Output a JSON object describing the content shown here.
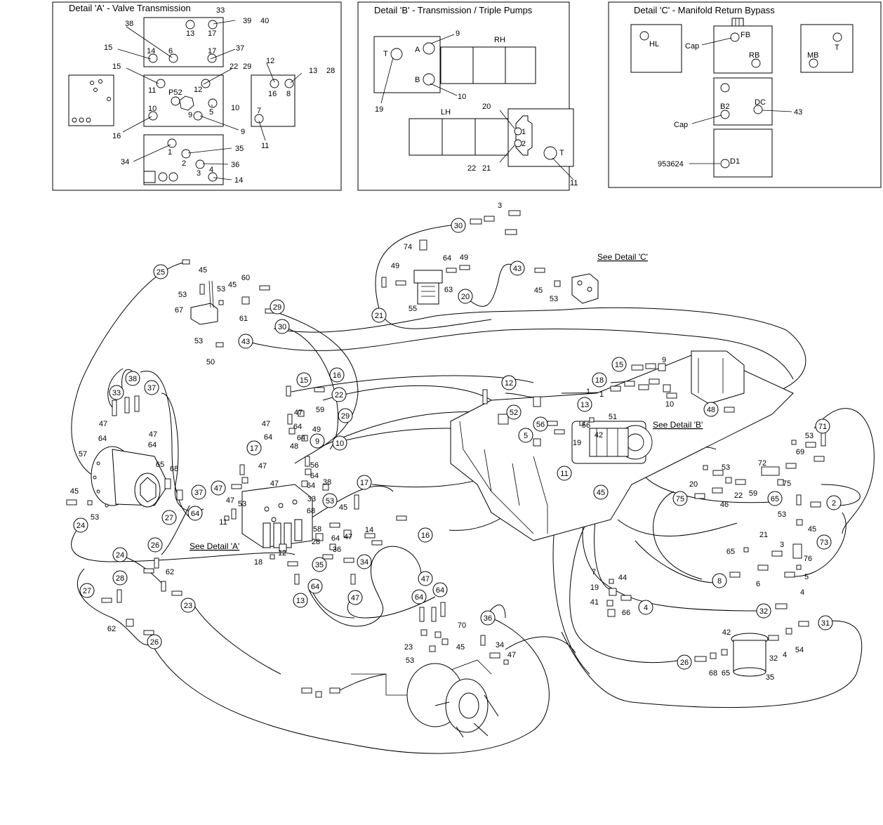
{
  "details": {
    "a": {
      "title": "Detail 'A' - Valve Transmission",
      "labels": [
        "33",
        "39",
        "40",
        "38",
        "13",
        "17",
        "37",
        "15",
        "14",
        "6",
        "17",
        "15",
        "11",
        "22",
        "29",
        "12",
        "12",
        "13",
        "28",
        "P52",
        "16",
        "8",
        "10",
        "5",
        "10",
        "16",
        "9",
        "9",
        "7",
        "11",
        "34",
        "1",
        "35",
        "2",
        "36",
        "3",
        "4",
        "14"
      ]
    },
    "b": {
      "title": "Detail 'B' - Transmission / Triple Pumps",
      "labels": [
        "9",
        "RH",
        "T",
        "A",
        "B",
        "10",
        "19",
        "LH",
        "20",
        "1",
        "2",
        "T",
        "22",
        "21",
        "11"
      ]
    },
    "c": {
      "title": "Detail 'C' - Manifold Return Bypass",
      "labels": [
        "HL",
        "FB",
        "Cap",
        "RB",
        "MB",
        "T",
        "DC",
        "43",
        "B2",
        "Cap",
        "953624",
        "D1"
      ]
    }
  },
  "callouts": {
    "see_a": "See Detail 'A'",
    "see_b": "See Detail 'B'",
    "see_c": "See Detail 'C'"
  },
  "bubbles": [
    "30",
    "3",
    "74",
    "64",
    "49",
    "49",
    "55",
    "63",
    "20",
    "43",
    "45",
    "53",
    "21",
    "25",
    "45",
    "53",
    "60",
    "45",
    "53",
    "67",
    "61",
    "29",
    "30",
    "53",
    "43",
    "50",
    "38",
    "33",
    "37",
    "47",
    "47",
    "64",
    "64",
    "57",
    "65",
    "68",
    "45",
    "53",
    "24",
    "27",
    "24",
    "26",
    "62",
    "23",
    "27",
    "28",
    "62",
    "26",
    "15",
    "16",
    "22",
    "29",
    "47",
    "59",
    "64",
    "49",
    "47",
    "64",
    "64",
    "9",
    "10",
    "17",
    "48",
    "56",
    "47",
    "64",
    "47",
    "64",
    "38",
    "33",
    "37",
    "47",
    "64",
    "47",
    "53",
    "11",
    "68",
    "53",
    "45",
    "58",
    "64",
    "47",
    "14",
    "28",
    "36",
    "35",
    "34",
    "47",
    "64",
    "13",
    "12",
    "18",
    "17",
    "16",
    "14",
    "15",
    "18",
    "1",
    "1",
    "13",
    "12",
    "9",
    "10",
    "48",
    "52",
    "5",
    "56",
    "42",
    "19",
    "56",
    "51",
    "11",
    "45",
    "69",
    "53",
    "71",
    "53",
    "72",
    "20",
    "75",
    "22",
    "59",
    "46",
    "75",
    "65",
    "53",
    "45",
    "2",
    "73",
    "65",
    "21",
    "3",
    "76",
    "5",
    "8",
    "6",
    "4",
    "7",
    "44",
    "19",
    "41",
    "66",
    "4",
    "32",
    "31",
    "42",
    "32",
    "4",
    "54",
    "26",
    "68",
    "65",
    "35",
    "36",
    "34",
    "47",
    "47",
    "64",
    "64",
    "70",
    "23",
    "45",
    "53"
  ]
}
